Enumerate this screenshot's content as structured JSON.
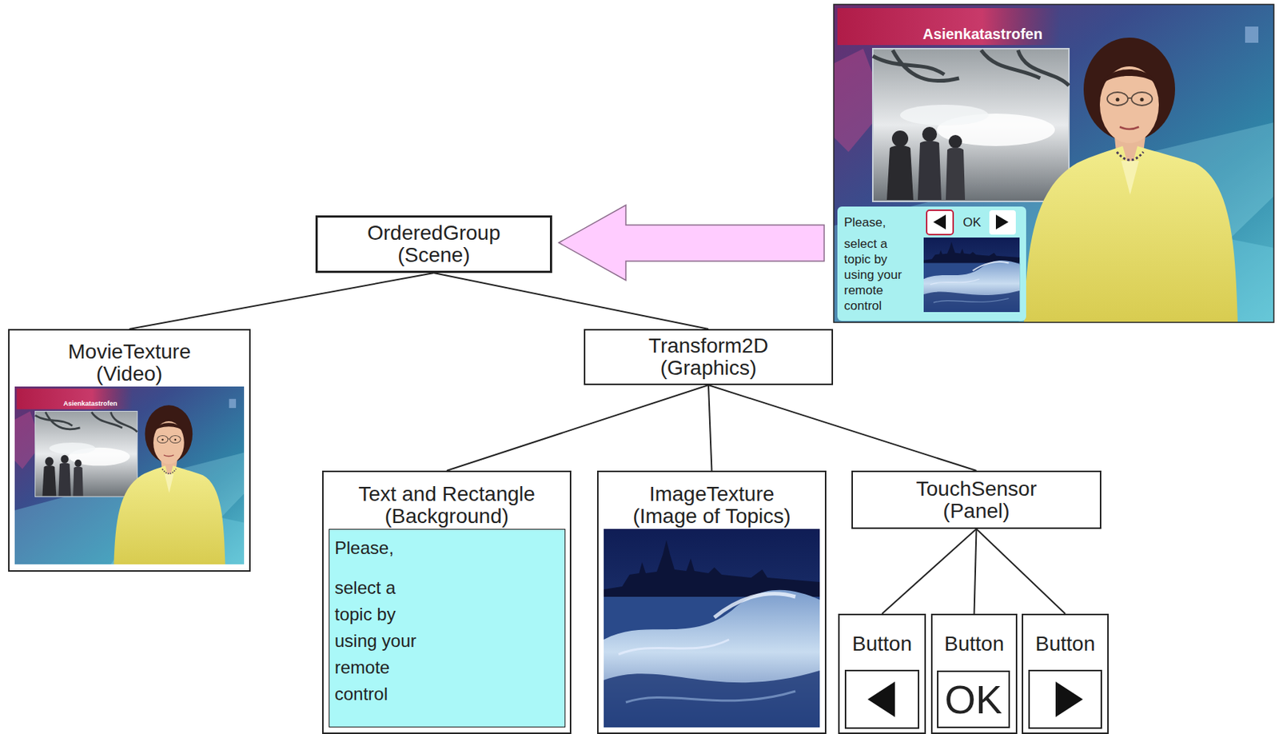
{
  "diagram": {
    "nodes": [
      {
        "text": [
          "OrderedGroup (Scene)"
        ]
      },
      {
        "text": [
          "MovieTexture (Video)"
        ]
      },
      {
        "text": [
          "Transform2D (Graphics)"
        ]
      },
      {
        "text": [
          "Text and Rectangle (Background)"
        ]
      },
      {
        "text": [
          "Please,",
          "select a topic by using your remote control"
        ],
        "in": 3
      },
      {
        "text": [
          "ImageTexture (Image of Topics)"
        ]
      },
      {
        "text": [
          "TouchSensor (Panel)"
        ]
      },
      {
        "text": [
          "Button"
        ]
      },
      {
        "text": [
          "Button"
        ]
      },
      {
        "text": [
          "OK"
        ],
        "in": 8
      },
      {
        "text": [
          "Button"
        ]
      }
    ],
    "edges": [
      {
        "from": 0,
        "to": 1,
        "arrow": "none"
      },
      {
        "from": 0,
        "to": 2,
        "arrow": "none"
      },
      {
        "from": 2,
        "to": 3,
        "arrow": "none"
      },
      {
        "from": 2,
        "to": 5,
        "arrow": "none"
      },
      {
        "from": 2,
        "to": 6,
        "arrow": "none"
      },
      {
        "from": 6,
        "to": 7,
        "arrow": "none"
      },
      {
        "from": 6,
        "to": 8,
        "arrow": "none"
      },
      {
        "from": 6,
        "to": 10,
        "arrow": "none"
      }
    ],
    "labels": [
      "Asienkatastrofen",
      "Please,",
      "OK",
      "select a topic by using your remote control",
      "Asienkatastrofen"
    ]
  }
}
